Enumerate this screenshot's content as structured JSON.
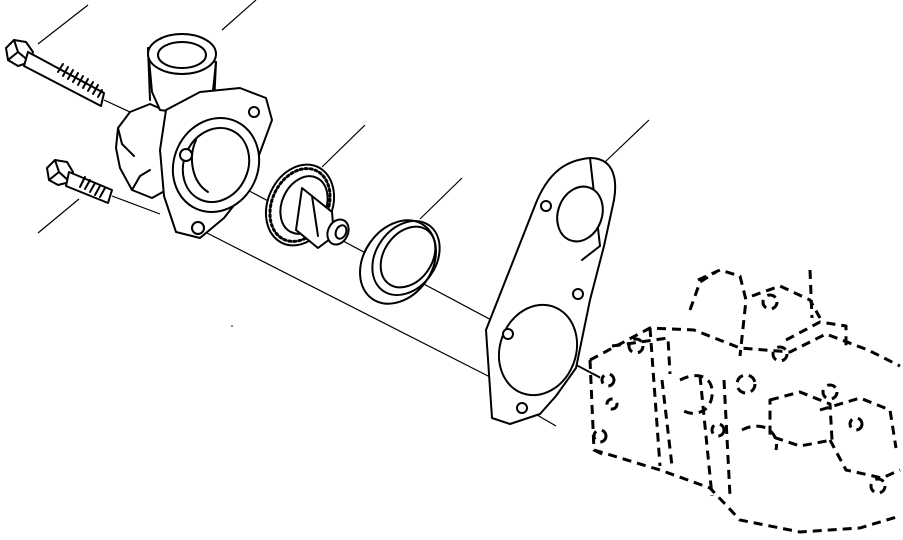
{
  "diagram": {
    "parts": [
      {
        "id": "long-bolt",
        "kind": "bolt"
      },
      {
        "id": "thermostat-housing",
        "kind": "housing"
      },
      {
        "id": "short-bolt",
        "kind": "bolt"
      },
      {
        "id": "thermostat",
        "kind": "thermostat"
      },
      {
        "id": "seal-ring",
        "kind": "ring"
      },
      {
        "id": "gasket",
        "kind": "gasket"
      },
      {
        "id": "engine-block",
        "kind": "block",
        "style": "dashed"
      }
    ],
    "leader_count": 7,
    "stroke_color": "#000000",
    "background_color": "#ffffff"
  }
}
